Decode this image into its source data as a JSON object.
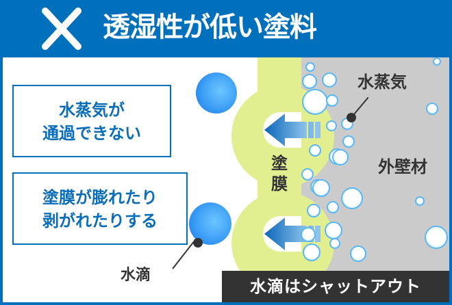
{
  "header": {
    "icon": "x-mark-icon",
    "title": "透湿性が低い塗料",
    "background": "#0070bd"
  },
  "callouts": [
    {
      "lines": [
        "水蒸気が",
        "通過できない"
      ]
    },
    {
      "lines": [
        "塗膜が膨れたり",
        "剥がれたりする"
      ]
    }
  ],
  "labels": {
    "coating_film": [
      "塗",
      "膜"
    ],
    "water_vapor": "水蒸気",
    "exterior_wall": "外壁材",
    "water_droplet": "水滴"
  },
  "banner": {
    "text": "水滴はシャットアウト"
  },
  "colors": {
    "border": "#0070bd",
    "film": "#e2ef91",
    "wall": "#cbcbcb",
    "droplet": "#3d9df5",
    "bubble_edge": "#5ab7f5",
    "banner": "#333333",
    "callout_text": "#0a6db8"
  }
}
